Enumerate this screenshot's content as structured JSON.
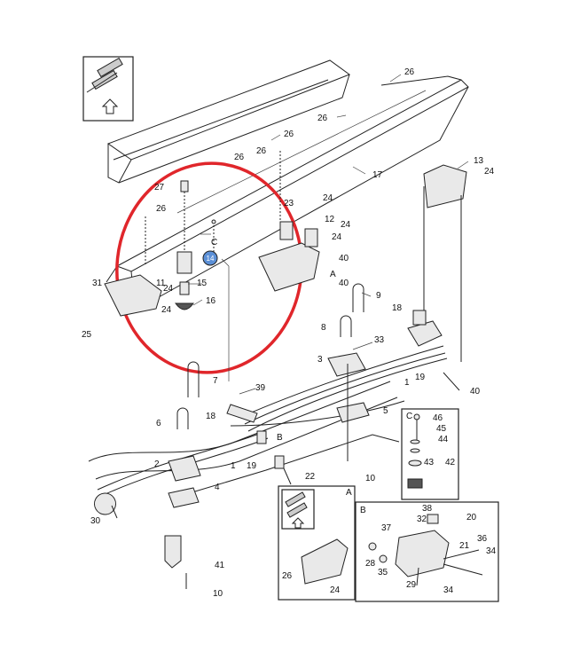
{
  "highlight": {
    "color": "#e0262b",
    "label": "14",
    "badge_color": "#5b8fd6"
  },
  "callouts": {
    "c26a": "26",
    "c26b": "26",
    "c26c": "26",
    "c26d": "26",
    "c26e": "26",
    "c26f": "26",
    "c13": "13",
    "c24a": "24",
    "c24b": "24",
    "c24c": "24",
    "c24d": "24",
    "c24e": "24",
    "c24f": "24",
    "c17": "17",
    "c27": "27",
    "c23": "23",
    "c12": "12",
    "cC": "C",
    "c15": "15",
    "c16": "16",
    "c11": "11",
    "c31": "31",
    "c25": "25",
    "c40a": "40",
    "c40b": "40",
    "cA": "A",
    "c9": "9",
    "c18a": "18",
    "c8": "8",
    "c33": "33",
    "c3": "3",
    "c1a": "1",
    "c19a": "19",
    "c7": "7",
    "c39": "39",
    "c5": "5",
    "c18b": "18",
    "c6": "6",
    "cB": "B",
    "c2": "2",
    "c1b": "1",
    "c19b": "19",
    "c22": "22",
    "c10a": "10",
    "c4": "4",
    "c30": "30",
    "c41": "41",
    "c10b": "10"
  },
  "detail_C": {
    "label": "C",
    "items": [
      "46",
      "45",
      "44",
      "43",
      "42"
    ]
  },
  "detail_A": {
    "label": "A",
    "items": [
      "26",
      "24"
    ]
  },
  "detail_B": {
    "label": "B",
    "items": [
      "38",
      "32",
      "20",
      "37",
      "21",
      "36",
      "34",
      "28",
      "35",
      "29",
      "34"
    ]
  }
}
